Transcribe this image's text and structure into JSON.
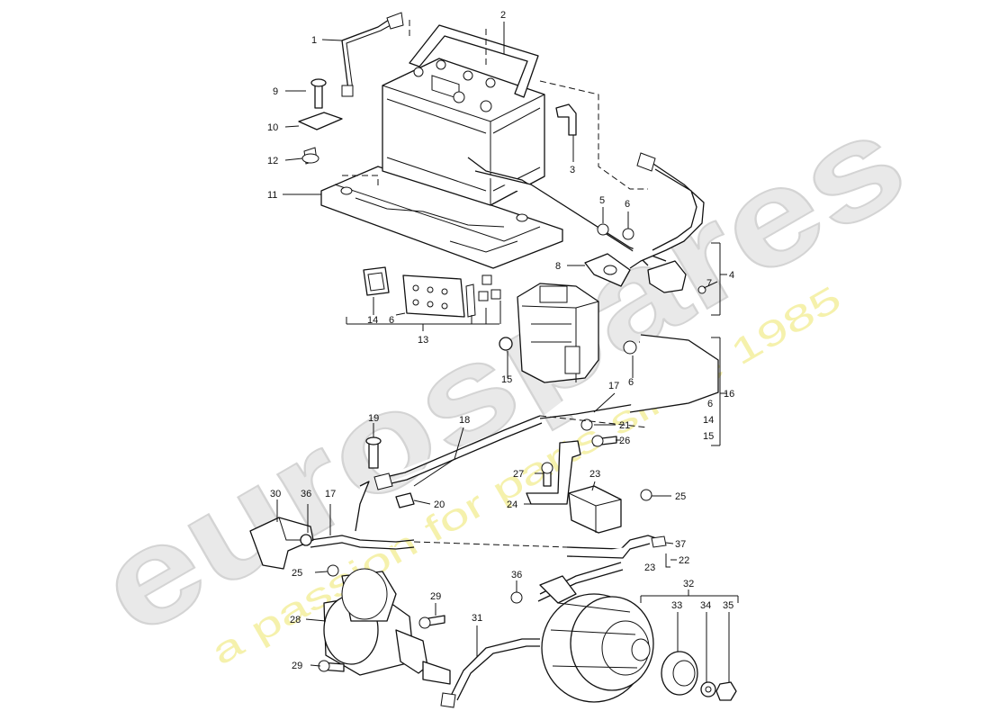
{
  "watermark": {
    "brand": "eurospares",
    "tagline": "a passion for parts since 1985"
  },
  "callouts": {
    "n1": "1",
    "n2": "2",
    "n3": "3",
    "n4": "4",
    "n5": "5",
    "n6a": "6",
    "n6b": "6",
    "n6c": "6",
    "n6d": "6",
    "n7": "7",
    "n8": "8",
    "n9": "9",
    "n10": "10",
    "n11": "11",
    "n12": "12",
    "n13": "13",
    "n14a": "14",
    "n14b": "14",
    "n15a": "15",
    "n15b": "15",
    "n16": "16",
    "n17a": "17",
    "n17b": "17",
    "n18": "18",
    "n19": "19",
    "n20": "20",
    "n21": "21",
    "n22": "22",
    "n23a": "23",
    "n23b": "23",
    "n24": "24",
    "n25a": "25",
    "n25b": "25",
    "n26": "26",
    "n27": "27",
    "n28": "28",
    "n29a": "29",
    "n29b": "29",
    "n30": "30",
    "n31": "31",
    "n32": "32",
    "n33": "33",
    "n34": "34",
    "n35": "35",
    "n36a": "36",
    "n36b": "36",
    "n37": "37"
  }
}
